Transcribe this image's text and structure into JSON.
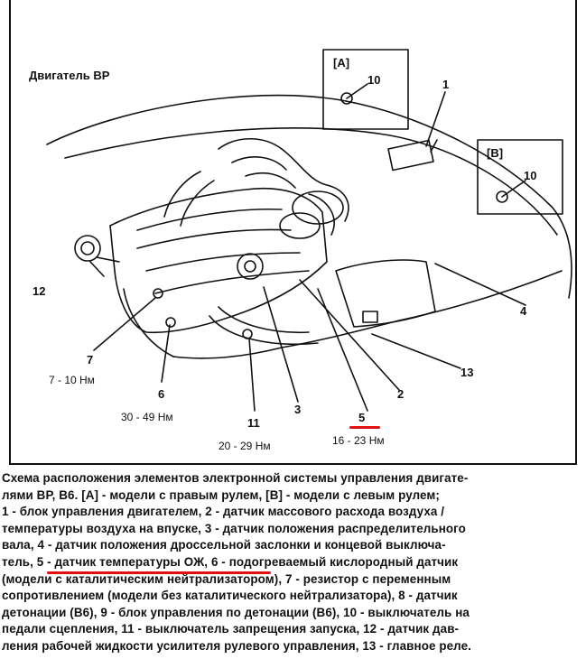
{
  "title": "Двигатель ВР",
  "insets": [
    {
      "label": "[A]",
      "part": "10"
    },
    {
      "label": "[B]",
      "part": "10"
    }
  ],
  "callouts": [
    {
      "num": "1"
    },
    {
      "num": "4"
    },
    {
      "num": "13"
    },
    {
      "num": "2"
    },
    {
      "num": "3"
    },
    {
      "num": "12"
    },
    {
      "num": "7",
      "torque": "7 - 10 Нм"
    },
    {
      "num": "6",
      "torque": "30 - 49 Нм"
    },
    {
      "num": "11",
      "torque": "20 - 29 Нм"
    },
    {
      "num": "5",
      "torque": "16 - 23 Нм"
    }
  ],
  "caption_lines": [
    "Схема расположения элементов электронной системы управления двигате-",
    "лями ВР, В6. [А] - модели с правым рулем, [В] - модели с левым рулем;",
    "1 - блок управления двигателем, 2 - датчик массового расхода воздуха /",
    "температуры воздуха на впуске, 3 - датчик положения распределительного",
    "вала, 4 - датчик положения дроссельной заслонки и концевой выключа-",
    "тель, 5 - датчик температуры ОЖ, 6 - подогреваемый кислородный датчик",
    "(модели с каталитическим нейтрализатором), 7 - резистор с переменным",
    "сопротивлением (модели без каталитического нейтрализатора), 8 - датчик",
    "детонации (В6), 9 - блок управления по детонации (В6), 10 - выключатель на",
    "педали сцепления, 11 - выключатель запрещения запуска, 12 - датчик дав-",
    "ления рабочей жидкости усилителя рулевого управления, 13 - главное реле."
  ],
  "colors": {
    "ink": "#111111",
    "highlight": "#e01010"
  }
}
